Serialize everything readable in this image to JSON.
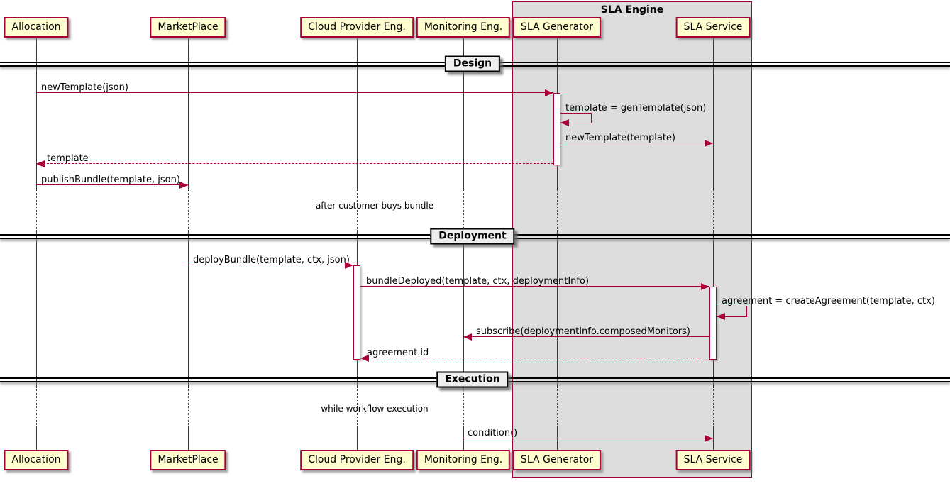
{
  "diagram": {
    "title_box": {
      "title": "SLA Engine"
    },
    "participants": [
      {
        "name": "Allocation"
      },
      {
        "name": "MarketPlace"
      },
      {
        "name": "Cloud Provider Eng."
      },
      {
        "name": "Monitoring Eng."
      },
      {
        "name": "SLA Generator"
      },
      {
        "name": "SLA Service"
      }
    ],
    "dividers": [
      {
        "label": "Design"
      },
      {
        "label": "Deployment"
      },
      {
        "label": "Execution"
      }
    ],
    "messages": {
      "m1": "newTemplate(json)",
      "m2": "template = genTemplate(json)",
      "m3": "newTemplate(template)",
      "m4": "template",
      "m5": "publishBundle(template, json)",
      "m6": "deployBundle(template, ctx, json)",
      "m7": "bundleDeployed(template, ctx, deploymentInfo)",
      "m8": "agreement = createAgreement(template, ctx)",
      "m9": "subscribe(deploymentInfo.composedMonitors)",
      "m10": "agreement.id",
      "m11": "condition()"
    },
    "delays": {
      "d1": "after customer buys bundle",
      "d2": "while workflow execution"
    },
    "colors": {
      "participant_fill": "#FEFECE",
      "stroke": "#A80036",
      "group_fill": "#DDDDDD",
      "divider_fill": "#EEEEEE",
      "divider_line": "#000000"
    }
  }
}
